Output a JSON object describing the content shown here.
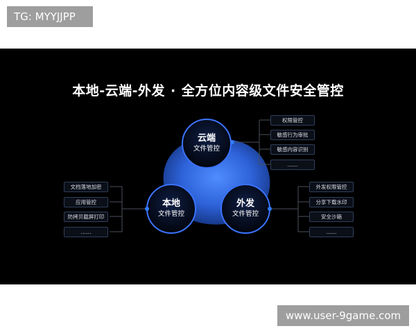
{
  "watermark_top": "TG: MYYJJPP",
  "watermark_bottom": "www.user-9game.com",
  "title": {
    "left": "本地-云端-外发",
    "sep": "·",
    "right": "全方位内容级文件安全管控"
  },
  "nodes": {
    "cloud": {
      "name": "云端",
      "sub": "文件管控",
      "items": [
        "权限管控",
        "敏感行为审批",
        "敏感内容识别",
        "……"
      ]
    },
    "local": {
      "name": "本地",
      "sub": "文件管控",
      "items": [
        "文档落地加密",
        "应用管控",
        "防拷贝截屏打印",
        "……"
      ]
    },
    "outgoing": {
      "name": "外发",
      "sub": "文件管控",
      "items": [
        "外发权限管控",
        "分享下载水印",
        "安全沙箱",
        "……"
      ]
    }
  },
  "colors": {
    "accent": "#1f6bff",
    "ring": "#2d63d8",
    "panel": "#000000"
  }
}
